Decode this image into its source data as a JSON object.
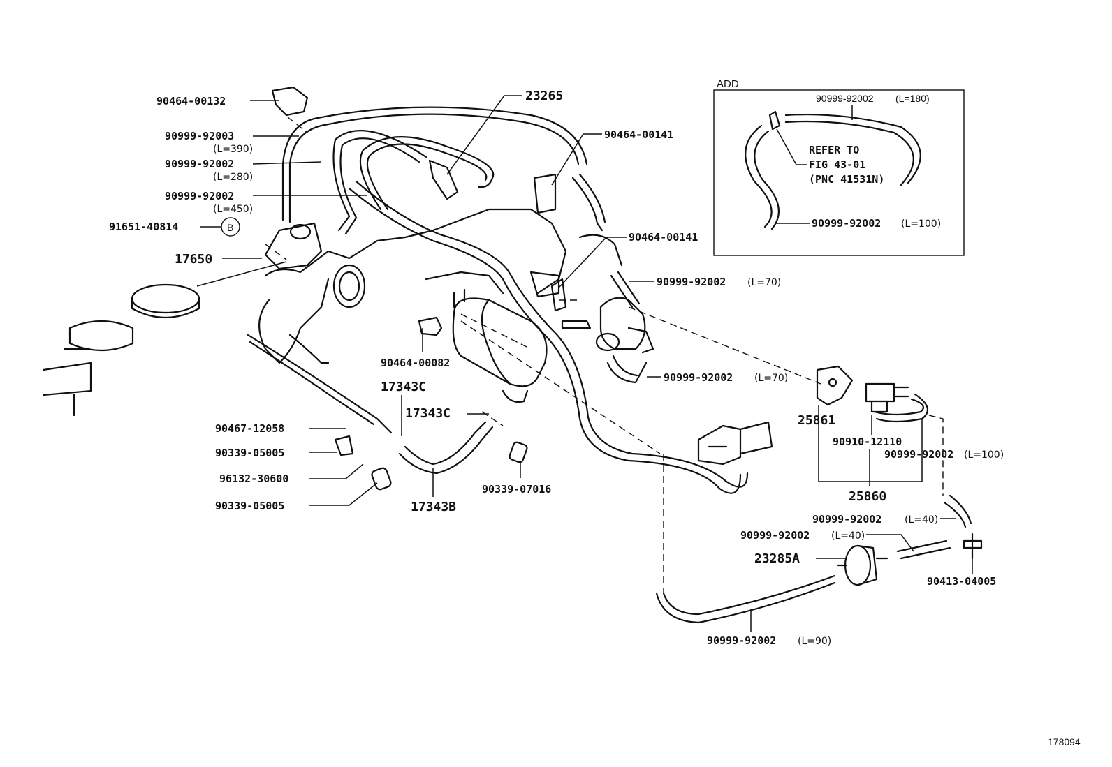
{
  "labels": {
    "p_90464_00132": "90464-00132",
    "p_90999_92003": "90999-92003",
    "p_90999_92003_len": "(L=390)",
    "p_90999_92002_a": "90999-92002",
    "p_90999_92002_a_len": "(L=280)",
    "p_90999_92002_b": "90999-92002",
    "p_90999_92002_b_len": "(L=450)",
    "p_91651_40814": "91651-40814",
    "p_b_marker": "B",
    "p_17650": "17650",
    "p_23265": "23265",
    "p_90464_00141_a": "90464-00141",
    "p_90464_00141_b": "90464-00141",
    "p_90999_92002_c": "90999-92002",
    "p_90999_92002_c_len": "(L=70)",
    "p_90999_92002_d": "90999-92002",
    "p_90999_92002_d_len": "(L=70)",
    "p_90464_00082": "90464-00082",
    "p_17343c_a": "17343C",
    "p_17343c_b": "17343C",
    "p_17343b": "17343B",
    "p_90467_12058": "90467-12058",
    "p_90339_05005_a": "90339-05005",
    "p_96132_30600": "96132-30600",
    "p_90339_05005_b": "90339-05005",
    "p_90339_07016": "90339-07016",
    "p_25861": "25861",
    "p_90910_12110": "90910-12110",
    "p_90999_92002_e": "90999-92002",
    "p_90999_92002_e_len": "(L=100)",
    "p_25860": "25860",
    "p_90999_92002_f": "90999-92002",
    "p_90999_92002_f_len": "(L=40)",
    "p_90999_92002_g": "90999-92002",
    "p_90999_92002_g_len": "(L=40)",
    "p_23285a": "23285A",
    "p_90413_04005": "90413-04005",
    "p_90999_92002_h": "90999-92002",
    "p_90999_92002_h_len": "(L=90)"
  },
  "add_box": {
    "title": "ADD",
    "hose_top": "90999-92002",
    "hose_top_len": "(L=180)",
    "refer_line1": "REFER TO",
    "refer_line2": "FIG 43-01",
    "refer_line3": "(PNC 41531N)",
    "hose_bottom": "90999-92002",
    "hose_bottom_len": "(L=100)"
  },
  "figure_code": "178094"
}
